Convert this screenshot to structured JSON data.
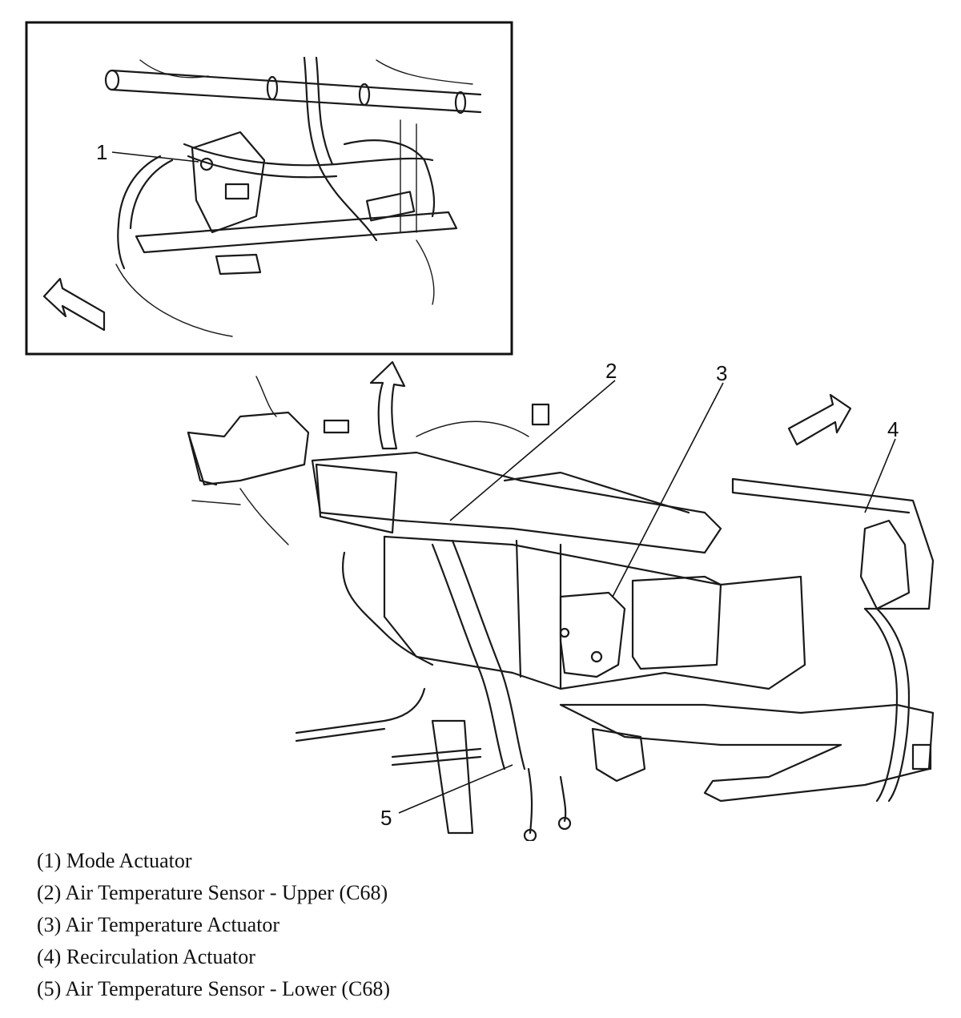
{
  "callouts": [
    "1",
    "2",
    "3",
    "4",
    "5"
  ],
  "legend": [
    "(1) Mode Actuator",
    "(2) Air Temperature Sensor - Upper (C68)",
    "(3) Air Temperature Actuator",
    "(4) Recirculation Actuator",
    "(5) Air Temperature Sensor - Lower (C68)"
  ]
}
